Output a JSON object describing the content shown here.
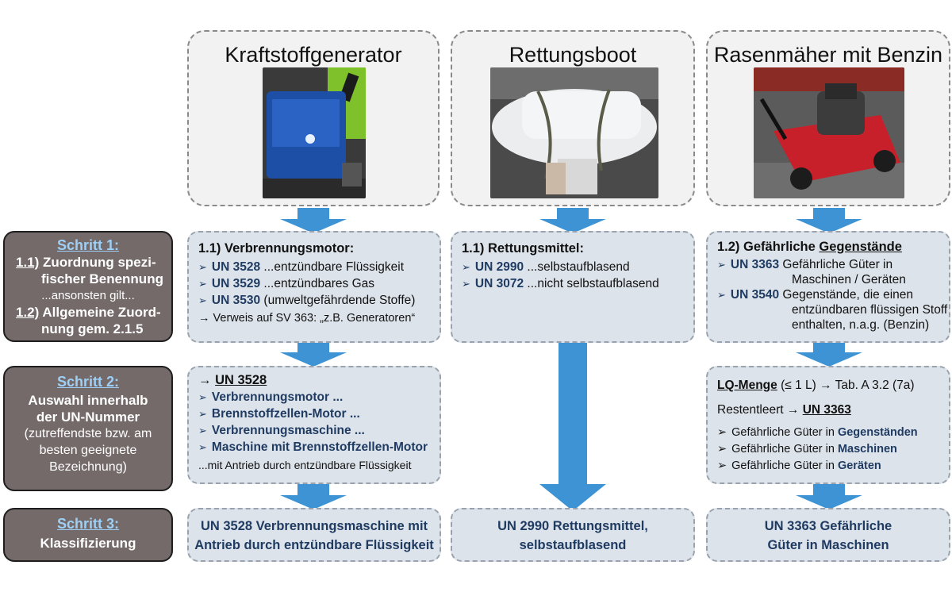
{
  "columns": [
    {
      "title": "Kraftstoffgenerator"
    },
    {
      "title": "Rettungsboot"
    },
    {
      "title": "Rasenmäher mit Benzin"
    }
  ],
  "steps": [
    {
      "title": "Schritt 1:",
      "l1_num": "1.1)",
      "l1a": "Zuordnung spezi-",
      "l1b": "fischer Benennung",
      "l2": "...ansonsten gilt...",
      "l3_num": "1.2)",
      "l3a": "Allgemeine Zuord-",
      "l3b": "nung gem. 2.1.5"
    },
    {
      "title": "Schritt 2:",
      "b1": "Auswahl innerhalb",
      "b2": "der UN-Nummer",
      "n1": "(zutreffendste bzw. am",
      "n2": "besten geeignete",
      "n3": "Bezeichnung)"
    },
    {
      "title": "Schritt 3:",
      "b1": "Klassifizierung"
    }
  ],
  "col1": {
    "s1_header": "1.1) Verbrennungsmotor:",
    "s1_items": [
      {
        "un": "UN 3528",
        "text": "...entzündbare Flüssigkeit"
      },
      {
        "un": "UN 3529",
        "text": "...entzündbares Gas"
      },
      {
        "un": "UN 3530",
        "text": "(umweltgefährdende Stoffe)"
      }
    ],
    "s1_ref": "→ Verweis auf SV 363: „z.B. Generatoren“",
    "s2_header_arrow": "→",
    "s2_header": "UN 3528",
    "s2_items": [
      "Verbrennungsmotor ...",
      "Brennstoffzellen-Motor ...",
      "Verbrennungsmaschine ...",
      "Maschine mit Brennstoffzellen-Motor"
    ],
    "s2_note": "...mit Antrieb durch entzündbare Flüssigkeit",
    "result_l1": "UN 3528 Verbrennungsmaschine mit",
    "result_l2": "Antrieb durch entzündbare Flüssigkeit"
  },
  "col2": {
    "s1_header": "1.1) Rettungsmittel:",
    "s1_items": [
      {
        "un": "UN 2990",
        "text": "...selbstaufblasend"
      },
      {
        "un": "UN 3072",
        "text": "...nicht selbstaufblasend"
      }
    ],
    "result_l1": "UN 2990 Rettungsmittel,",
    "result_l2": "selbstaufblasend"
  },
  "col3": {
    "s1_header_pre": "1.2) Gefährliche ",
    "s1_header_u": "Gegenstände",
    "s1_items": [
      {
        "un": "UN 3363",
        "l1": "Gefährliche Güter in",
        "l2": "Maschinen / Geräten"
      },
      {
        "un": "UN 3540",
        "l1": "Gegenstände, die einen",
        "l2": "entzündbaren flüssigen Stoff",
        "l3": "enthalten, n.a.g. (Benzin)"
      }
    ],
    "lq_label": "LQ-Menge",
    "lq_text": " (≤ 1 L) → Tab. A 3.2 (7a)",
    "rest_text": "Restentleert → ",
    "rest_un": "UN 3363",
    "s2_items": [
      {
        "pre": "Gefährliche Güter in ",
        "em": "Gegenständen"
      },
      {
        "pre": "Gefährliche Güter in ",
        "em": "Maschinen"
      },
      {
        "pre": "Gefährliche Güter in ",
        "em": "Geräten"
      }
    ],
    "result_l1": "UN 3363 Gefährliche",
    "result_l2": "Güter in Maschinen"
  },
  "colors": {
    "arrow": "#3d93d4",
    "panel": "#dde3ea",
    "step": "#746a69",
    "navy": "#1f3b62",
    "step_title": "#9ed0f7"
  }
}
